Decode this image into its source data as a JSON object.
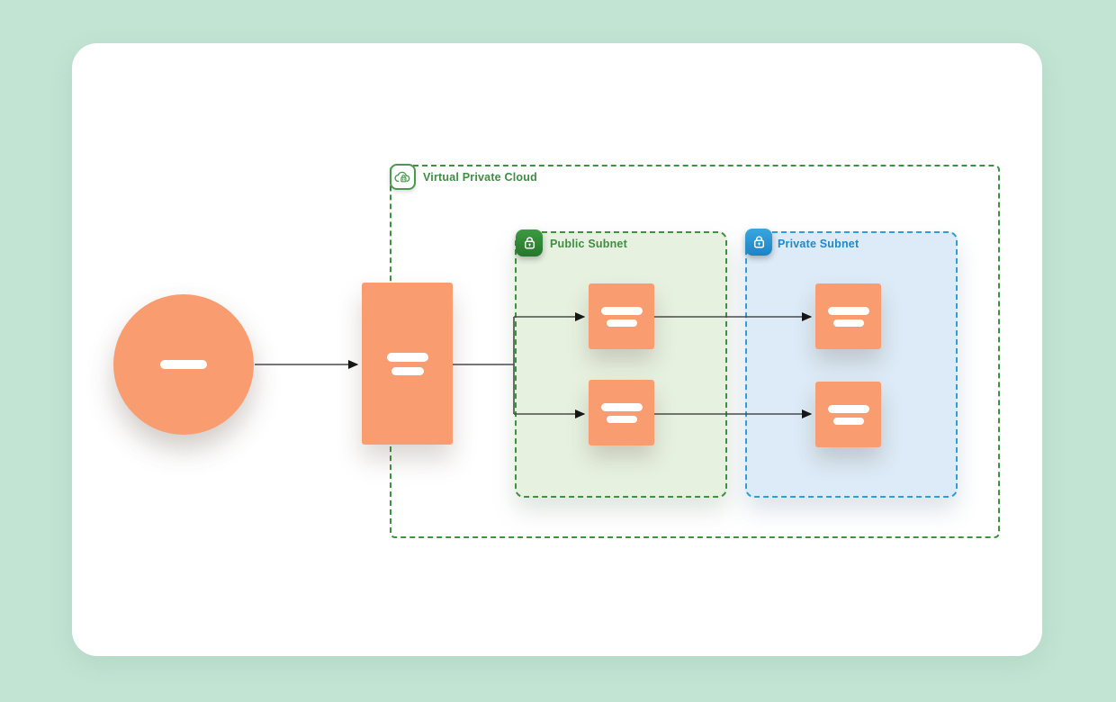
{
  "page": {
    "background_color": "#c2e4d3",
    "card_background_color": "#ffffff"
  },
  "diagram": {
    "vpc": {
      "label": "Virtual Private Cloud",
      "border_color": "#3f9142",
      "label_color": "#3e8e42",
      "badge_icon": "cloud-lock-icon"
    },
    "public_subnet": {
      "label": "Public Subnet",
      "fill_color": "#e7f1e0",
      "border_color": "#3f9142",
      "label_color": "#3e8e42",
      "badge_icon": "lock-icon",
      "badge_color": "#2e8133"
    },
    "private_subnet": {
      "label": "Private Subnet",
      "fill_color": "#dcebf7",
      "border_color": "#2d9fd8",
      "label_color": "#2089ca",
      "badge_icon": "lock-icon",
      "badge_color": "#2196d3"
    },
    "node_color": "#f99c6f",
    "placeholder_bar_color": "#ffffff",
    "connector_color": "#4a4a4a",
    "nodes": [
      {
        "id": "client-circle",
        "shape": "circle",
        "location": "outside-vpc"
      },
      {
        "id": "gateway-rect",
        "shape": "tall-rectangle",
        "location": "vpc-left-edge"
      },
      {
        "id": "public-instance-1",
        "shape": "square",
        "location": "public-subnet"
      },
      {
        "id": "public-instance-2",
        "shape": "square",
        "location": "public-subnet"
      },
      {
        "id": "private-instance-1",
        "shape": "square",
        "location": "private-subnet"
      },
      {
        "id": "private-instance-2",
        "shape": "square",
        "location": "private-subnet"
      }
    ],
    "edges": [
      {
        "from": "client-circle",
        "to": "gateway-rect",
        "arrow": true
      },
      {
        "from": "gateway-rect",
        "to": "public-instance-1",
        "arrow": true
      },
      {
        "from": "gateway-rect",
        "to": "public-instance-2",
        "arrow": true
      },
      {
        "from": "public-instance-1",
        "to": "private-instance-1",
        "arrow": true
      },
      {
        "from": "public-instance-2",
        "to": "private-instance-2",
        "arrow": true
      }
    ]
  }
}
